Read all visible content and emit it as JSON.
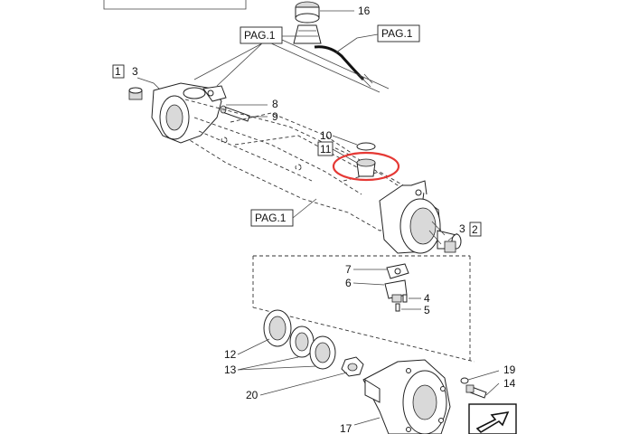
{
  "callouts": {
    "n1": "1",
    "n2": "2",
    "n3a": "3",
    "n3b": "3",
    "n4": "4",
    "n5": "5",
    "n6": "6",
    "n7": "7",
    "n8": "8",
    "n9": "9",
    "n10": "10",
    "n11": "11",
    "n12": "12",
    "n13": "13",
    "n14": "14",
    "n16": "16",
    "n17": "17",
    "n19": "19",
    "n20": "20"
  },
  "page_refs": {
    "top_left": "PAG.1",
    "top_right": "PAG.1",
    "middle": "PAG.1"
  },
  "colors": {
    "highlight": "#e53935",
    "line": "#222222"
  },
  "icons": {
    "nav_arrow": "arrow-icon"
  }
}
